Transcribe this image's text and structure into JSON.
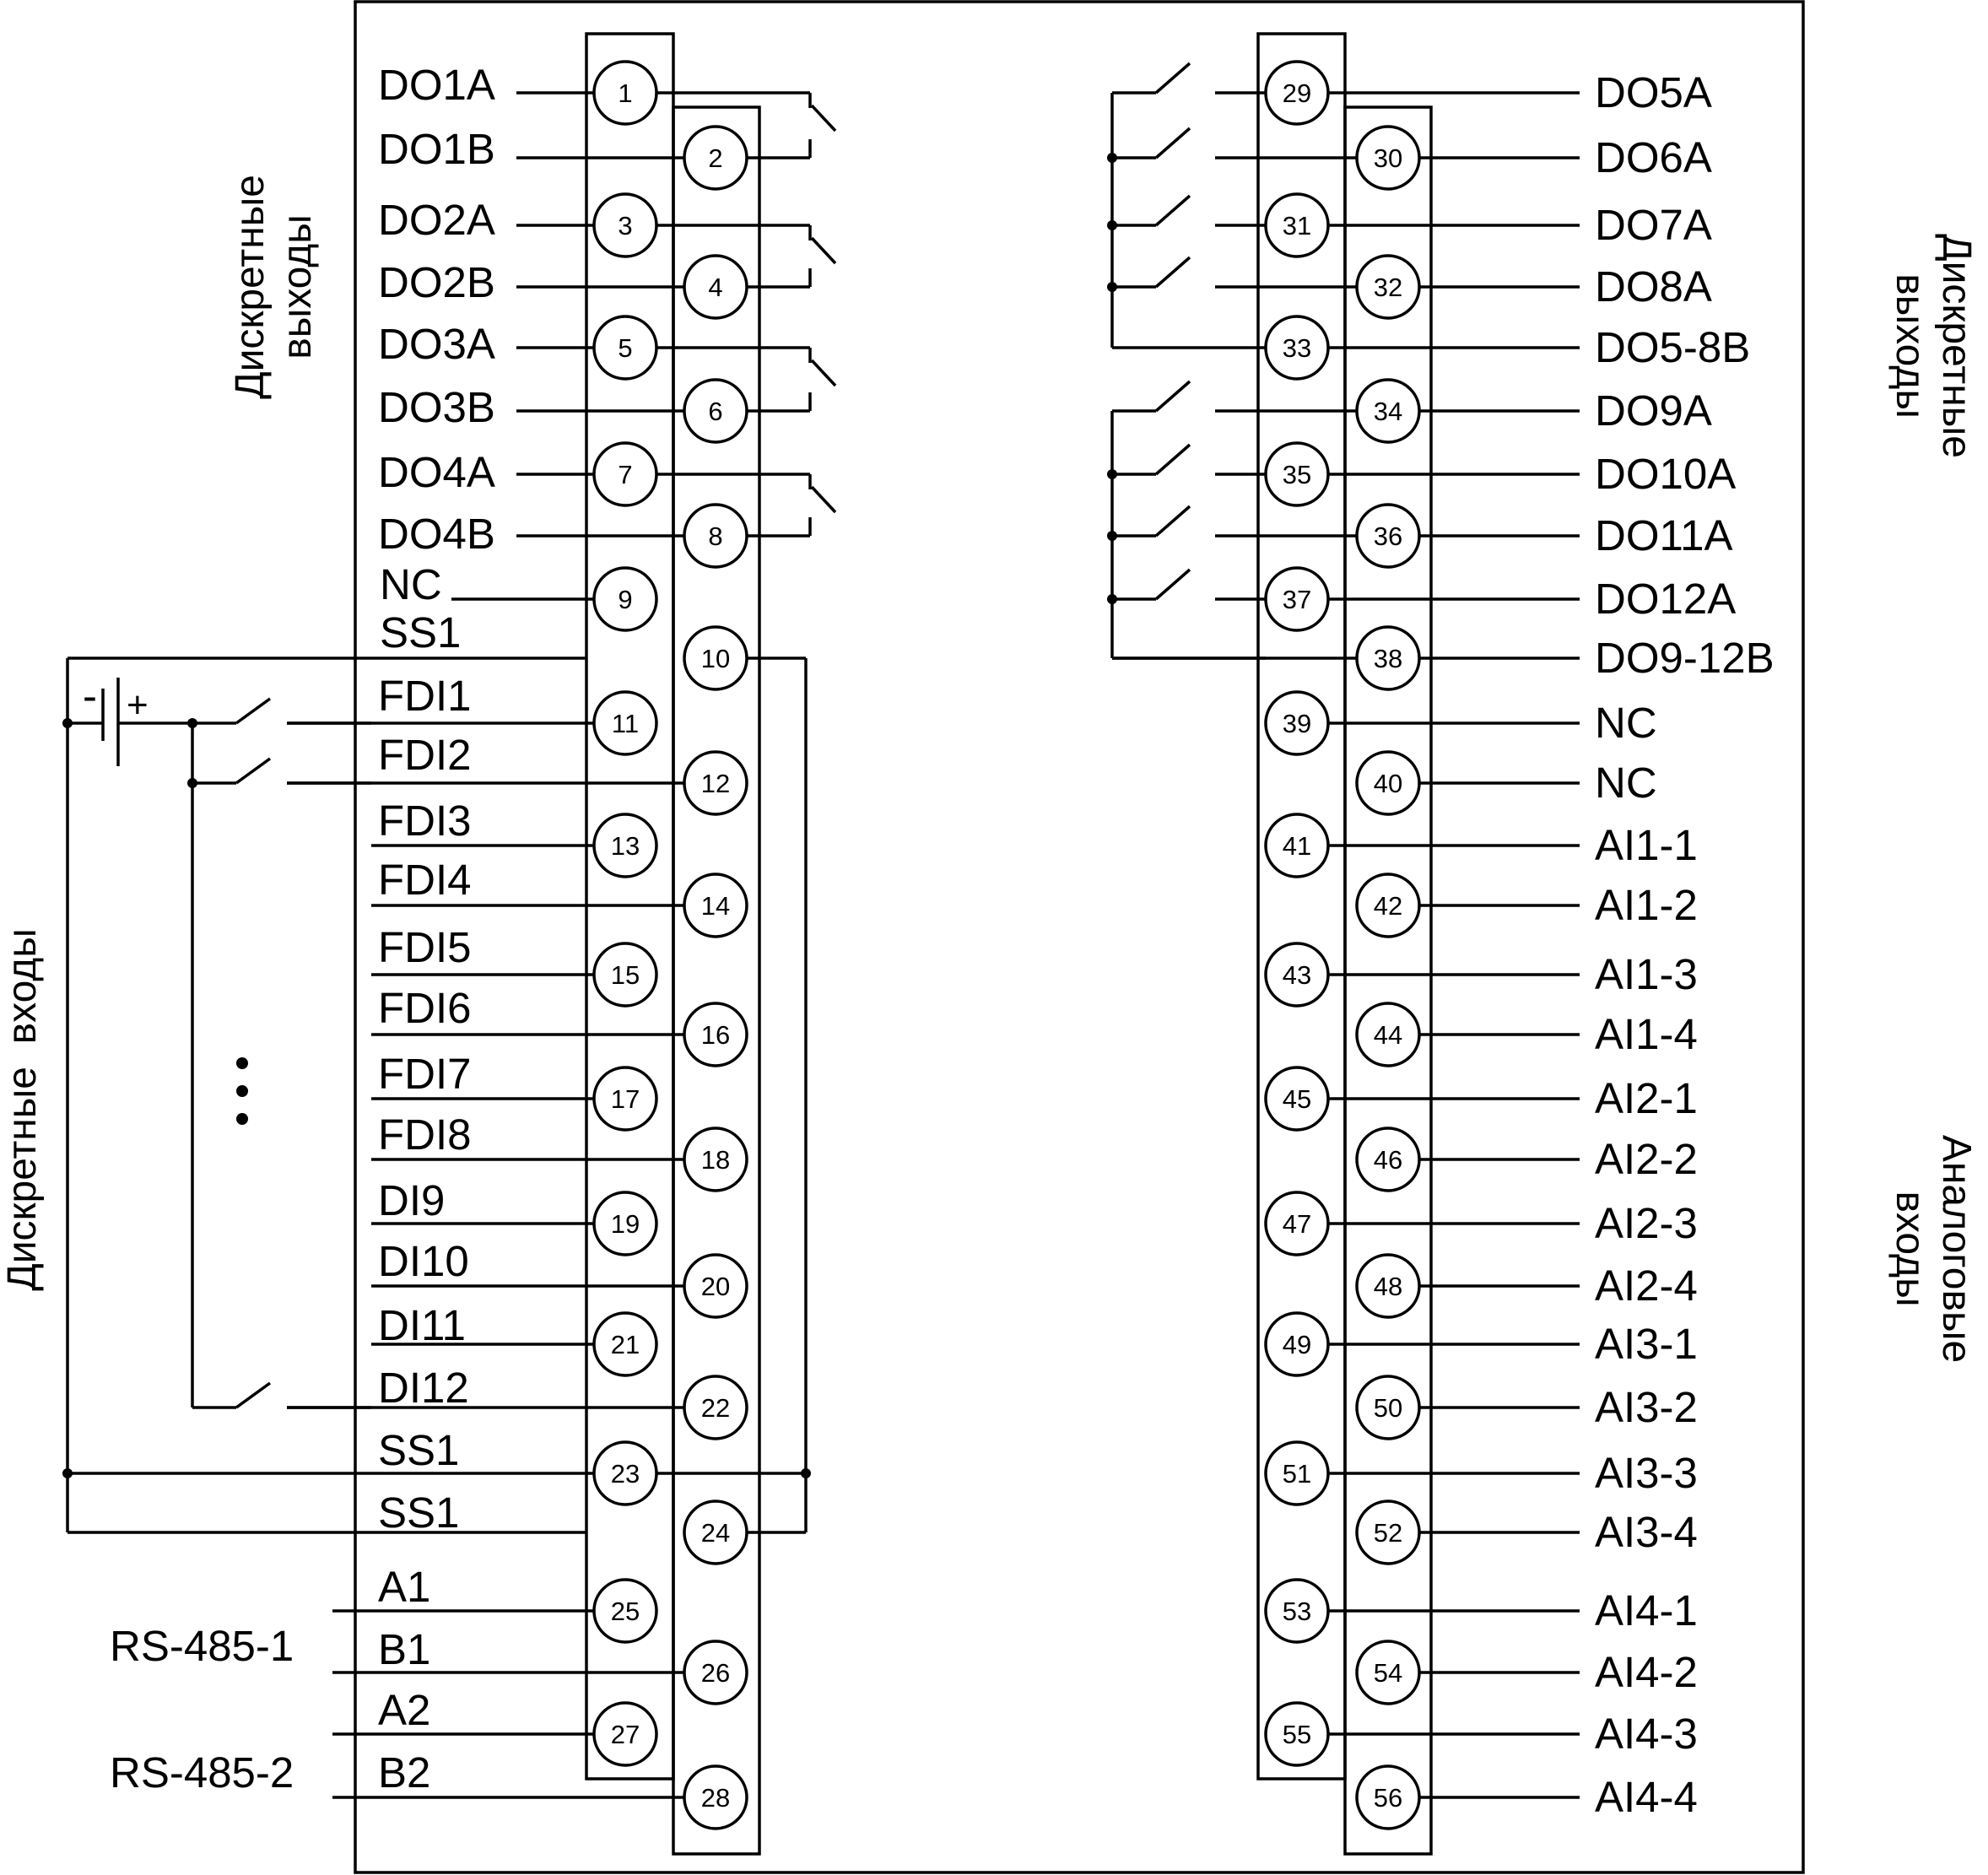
{
  "left_group_outputs": [
    "Дискретные",
    "выходы"
  ],
  "left_group_inputs": "Дискретные  входы",
  "right_group_outputs": [
    "Дискретные",
    "выходы"
  ],
  "right_group_analog": [
    "Аналоговые",
    "входы"
  ],
  "battery_minus": "-",
  "battery_plus": "+",
  "ellipsis": "⋮",
  "rs485_1": "RS-485-1",
  "rs485_2": "RS-485-2",
  "terminals_left": [
    {
      "num": "1",
      "label": "DO1A"
    },
    {
      "num": "2",
      "label": "DO1B"
    },
    {
      "num": "3",
      "label": "DO2A"
    },
    {
      "num": "4",
      "label": "DO2B"
    },
    {
      "num": "5",
      "label": "DO3A"
    },
    {
      "num": "6",
      "label": "DO3B"
    },
    {
      "num": "7",
      "label": "DO4A"
    },
    {
      "num": "8",
      "label": "DO4B"
    },
    {
      "num": "9",
      "label": "NC"
    },
    {
      "num": "10",
      "label": "SS1"
    },
    {
      "num": "11",
      "label": "FDI1"
    },
    {
      "num": "12",
      "label": "FDI2"
    },
    {
      "num": "13",
      "label": "FDI3"
    },
    {
      "num": "14",
      "label": "FDI4"
    },
    {
      "num": "15",
      "label": "FDI5"
    },
    {
      "num": "16",
      "label": "FDI6"
    },
    {
      "num": "17",
      "label": "FDI7"
    },
    {
      "num": "18",
      "label": "FDI8"
    },
    {
      "num": "19",
      "label": "DI9"
    },
    {
      "num": "20",
      "label": "DI10"
    },
    {
      "num": "21",
      "label": "DI11"
    },
    {
      "num": "22",
      "label": "DI12"
    },
    {
      "num": "23",
      "label": "SS1"
    },
    {
      "num": "24",
      "label": "SS1"
    },
    {
      "num": "25",
      "label": "A1"
    },
    {
      "num": "26",
      "label": "B1"
    },
    {
      "num": "27",
      "label": "A2"
    },
    {
      "num": "28",
      "label": "B2"
    }
  ],
  "terminals_right": [
    {
      "num": "29",
      "label": "DO5A"
    },
    {
      "num": "30",
      "label": "DO6A"
    },
    {
      "num": "31",
      "label": "DO7A"
    },
    {
      "num": "32",
      "label": "DO8A"
    },
    {
      "num": "33",
      "label": "DO5-8B"
    },
    {
      "num": "34",
      "label": "DO9A"
    },
    {
      "num": "35",
      "label": "DO10A"
    },
    {
      "num": "36",
      "label": "DO11A"
    },
    {
      "num": "37",
      "label": "DO12A"
    },
    {
      "num": "38",
      "label": "DO9-12B"
    },
    {
      "num": "39",
      "label": "NC"
    },
    {
      "num": "40",
      "label": "NC"
    },
    {
      "num": "41",
      "label": "AI1-1"
    },
    {
      "num": "42",
      "label": "AI1-2"
    },
    {
      "num": "43",
      "label": "AI1-3"
    },
    {
      "num": "44",
      "label": "AI1-4"
    },
    {
      "num": "45",
      "label": "AI2-1"
    },
    {
      "num": "46",
      "label": "AI2-2"
    },
    {
      "num": "47",
      "label": "AI2-3"
    },
    {
      "num": "48",
      "label": "AI2-4"
    },
    {
      "num": "49",
      "label": "AI3-1"
    },
    {
      "num": "50",
      "label": "AI3-2"
    },
    {
      "num": "51",
      "label": "AI3-3"
    },
    {
      "num": "52",
      "label": "AI3-4"
    },
    {
      "num": "53",
      "label": "AI4-1"
    },
    {
      "num": "54",
      "label": "AI4-2"
    },
    {
      "num": "55",
      "label": "AI4-3"
    },
    {
      "num": "56",
      "label": "AI4-4"
    }
  ]
}
